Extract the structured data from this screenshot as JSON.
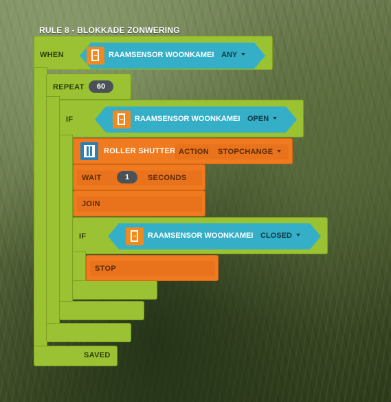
{
  "rule": {
    "title": "RULE 8 - BLOKKADE ZONWERING"
  },
  "when": {
    "label": "WHEN",
    "sensor": "RAAMSENSOR WOONKAMEI",
    "condition": "ANY"
  },
  "repeat": {
    "label": "REPEAT",
    "count": "60"
  },
  "if1": {
    "label": "IF",
    "sensor": "RAAMSENSOR WOONKAMEI",
    "condition": "OPEN"
  },
  "action": {
    "device": "ROLLER SHUTTER",
    "label": "ACTION",
    "value": "STOPCHANGE"
  },
  "wait": {
    "label": "WAIT",
    "value": "1",
    "unit": "SECONDS"
  },
  "join": {
    "label": "JOIN"
  },
  "if2": {
    "label": "IF",
    "sensor": "RAAMSENSOR WOONKAMEI",
    "condition": "CLOSED"
  },
  "stop": {
    "label": "STOP"
  },
  "status": {
    "saved": "SAVED"
  },
  "colors": {
    "block_green": "#9ac232",
    "block_orange": "#f07a1f",
    "sensor_cyan": "#34afc7",
    "number_bubble": "#4b5257"
  }
}
